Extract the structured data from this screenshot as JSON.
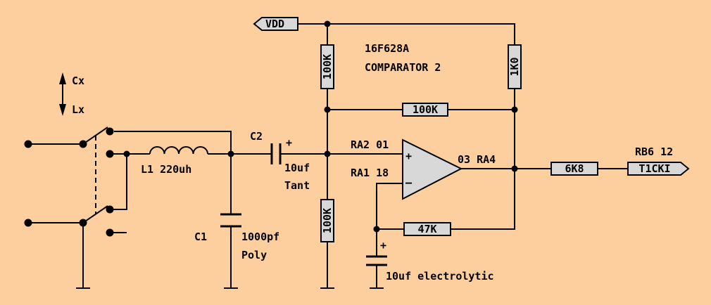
{
  "labels": {
    "vdd": "VDD",
    "chip": "16F628A",
    "comparator": "COMPARATOR 2",
    "r_vdd_div": "100K",
    "r_gnd_div": "100K",
    "r_pullup": "1K0",
    "r_feedback": "100K",
    "r_out": "6K8",
    "r_neg": "47K",
    "pin_ra2": "RA2 01",
    "pin_ra1": "RA1 18",
    "pin_out": "03 RA4",
    "pin_rb6": "RB6 12",
    "t1cki": "T1CKI",
    "inductor": "L1 220uh",
    "c1": "C1",
    "c1_value": "1000pf",
    "c1_type": "Poly",
    "c2": "C2",
    "c2_value": "10uf",
    "c2_type": "Tant",
    "c_neg": "10uf electrolytic",
    "cx": "Cx",
    "lx": "Lx",
    "plus": "+",
    "minus": "–"
  },
  "colors": {
    "background": "#fecf9e",
    "component_fill": "#d8d8d8",
    "wire": "#000000"
  }
}
